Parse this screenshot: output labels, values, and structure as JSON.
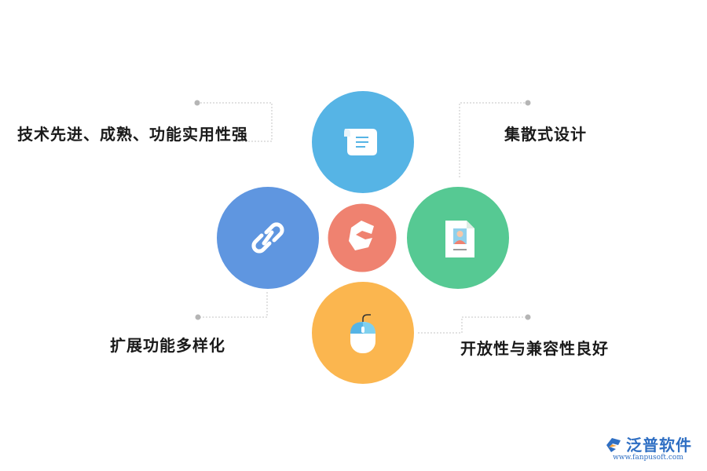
{
  "features": {
    "top_left": "技术先进、成熟、功能实用性强",
    "top_right": "集散式设计",
    "bottom_left": "扩展功能多样化",
    "bottom_right": "开放性与兼容性良好"
  },
  "colors": {
    "top": "#56b4e5",
    "left": "#5f96e0",
    "center": "#ef8270",
    "right": "#56c993",
    "bottom": "#fbb64f",
    "connector": "#c4c4c4",
    "brand": "#2f6fc3"
  },
  "icons": {
    "top": "scroll-icon",
    "left": "link-icon",
    "center": "brand-logo-icon",
    "right": "id-card-icon",
    "bottom": "mouse-icon"
  },
  "brand": {
    "name": "泛普软件",
    "url": "www.fanpusoft.com"
  }
}
